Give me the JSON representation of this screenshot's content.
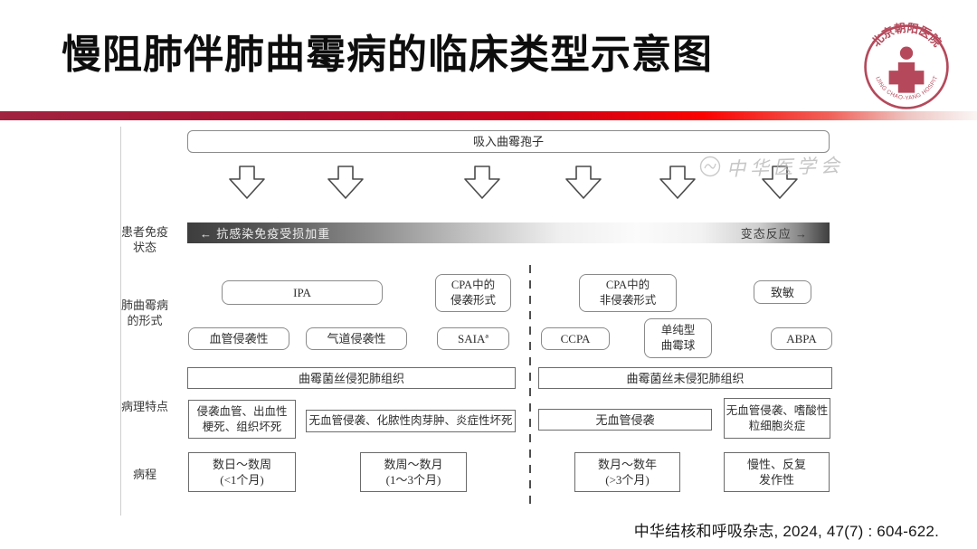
{
  "header": {
    "title": "慢阻肺伴肺曲霉病的临床类型示意图"
  },
  "logo": {
    "name_cn": "北京朝阳医院",
    "name_en": "BEIJING CHAO-YANG HOSPITAL",
    "color": "#b5495b"
  },
  "watermark": {
    "text": "中华医学会"
  },
  "diagram": {
    "top_box": "吸入曲霉孢子",
    "row_labels": {
      "immune_l1": "患者免疫",
      "immune_l2": "状态",
      "forms_l1": "肺曲霉病",
      "forms_l2": "的形式",
      "pathology": "病理特点",
      "course": "病程"
    },
    "immune_bar": {
      "left": "← 抗感染免疫受损加重",
      "right": "变态反应 →"
    },
    "forms": {
      "ipa": "IPA",
      "cpa_inv_l1": "CPA中的",
      "cpa_inv_l2": "侵袭形式",
      "cpa_noninv_l1": "CPA中的",
      "cpa_noninv_l2": "非侵袭形式",
      "sensitization": "致敏",
      "angioinvasive": "血管侵袭性",
      "airway_invasive": "气道侵袭性",
      "saia": "SAIAª",
      "ccpa": "CCPA",
      "aspergilloma_l1": "单纯型",
      "aspergilloma_l2": "曲霉球",
      "abpa": "ABPA"
    },
    "pathology": {
      "hyphae_invade": "曲霉菌丝侵犯肺组织",
      "hyphae_not_invade": "曲霉菌丝未侵犯肺组织",
      "p1_l1": "侵袭血管、出血性",
      "p1_l2": "梗死、组织坏死",
      "p2": "无血管侵袭、化脓性肉芽肿、炎症性坏死",
      "p3": "无血管侵袭",
      "p4_l1": "无血管侵袭、嗜酸性",
      "p4_l2": "粒细胞炎症"
    },
    "course": {
      "c1_l1": "数日～数周",
      "c1_l2": "(<1个月)",
      "c2_l1": "数周～数月",
      "c2_l2": "(1～3个月)",
      "c3_l1": "数月～数年",
      "c3_l2": "(>3个月)",
      "c4_l1": "慢性、反复",
      "c4_l2": "发作性"
    }
  },
  "footer": {
    "citation": "中华结核和呼吸杂志, 2024, 47(7) : 604-622."
  },
  "colors": {
    "accent_red": "#c90318",
    "box_border": "#6b6b6b",
    "bar_dark": "#3e3e3e",
    "watermark_gray": "#b4b4b4"
  }
}
